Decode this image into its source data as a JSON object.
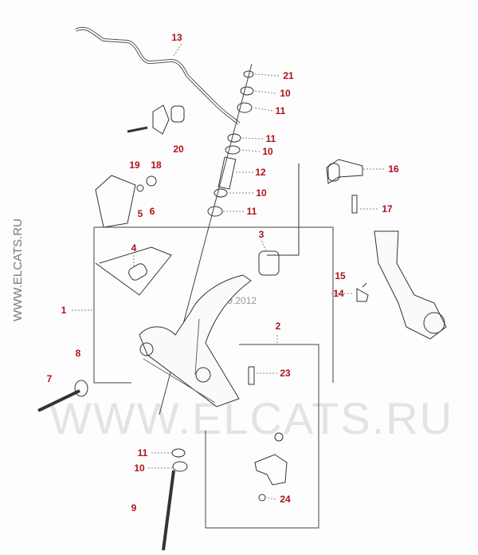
{
  "watermark": "WWW.ELCATS.RU",
  "side_watermark": "WWW.ELCATS.RU",
  "date": "15.09.2012",
  "label_color": "#b0101c",
  "labels": [
    "13",
    "21",
    "10",
    "11",
    "11",
    "10",
    "12",
    "10",
    "11",
    "19",
    "18",
    "20",
    "16",
    "17",
    "5",
    "6",
    "4",
    "3",
    "15",
    "14",
    "1",
    "2",
    "8",
    "23",
    "7",
    "11",
    "10",
    "24",
    "9"
  ]
}
